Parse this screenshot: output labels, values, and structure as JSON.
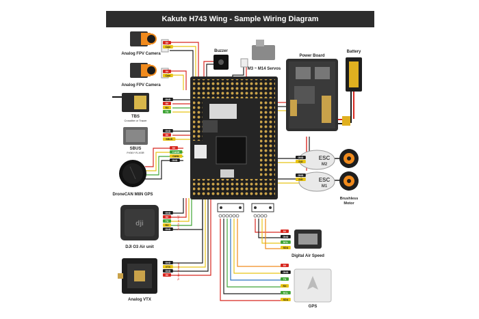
{
  "title": "Kakute H743 Wing - Sample Wiring Diagram",
  "components": {
    "cam1": "Analog FPV Camera",
    "cam2": "Analog FPV Camera",
    "tbs": "TBS",
    "tbs_sub": "Crossfire or Tracer",
    "sbus": "SBUS",
    "sbus_sub": "FrSKY R-XSR",
    "gps_can": "DroneCAN M8N GPS",
    "dji": "DJI O3 Air unit",
    "vtx": "Analog VTX",
    "buzzer": "Buzzer",
    "servos": "M3 ~ M14 Servos",
    "power_board": "Power Board",
    "battery": "Battery",
    "esc2": "ESC",
    "esc2_num": "M2",
    "esc1": "ESC",
    "esc1_num": "M1",
    "motor": "Brushless",
    "motor2": "Motor",
    "airspeed": "Digital Air Speed",
    "gps": "GPS",
    "note_rx": "To RX or NC",
    "note_vtx": "To the Ground"
  },
  "pins": {
    "cam": [
      "5V",
      "Cam"
    ],
    "tbs": [
      "GND",
      "5V",
      "RX",
      "TX"
    ],
    "sbus": [
      "GND",
      "5V",
      "SBUS"
    ],
    "can": [
      "5V",
      "CANH",
      "CANL",
      "GND"
    ],
    "dji": [
      "GND",
      "5V",
      "TX",
      "RX",
      "GND"
    ],
    "vtx": [
      "GND",
      "VTX",
      "GND",
      "9V"
    ],
    "esc": [
      "GND",
      "SIG",
      "GND",
      "SIG"
    ],
    "airspeed": [
      "5V",
      "GND",
      "SCL",
      "SDA"
    ],
    "gps": [
      "5V",
      "GND",
      "TX",
      "RX",
      "SCL",
      "SDA"
    ]
  },
  "colors": {
    "red": "#d7261e",
    "black": "#1b1b1b",
    "yellow": "#e8c414",
    "orange": "#f08a1c",
    "green": "#3fa535",
    "blue": "#2870c0",
    "pink": "#e74c8c",
    "white": "#f4f4f4",
    "board": "#1e1e1e",
    "title_bg": "#2d2d2d"
  }
}
